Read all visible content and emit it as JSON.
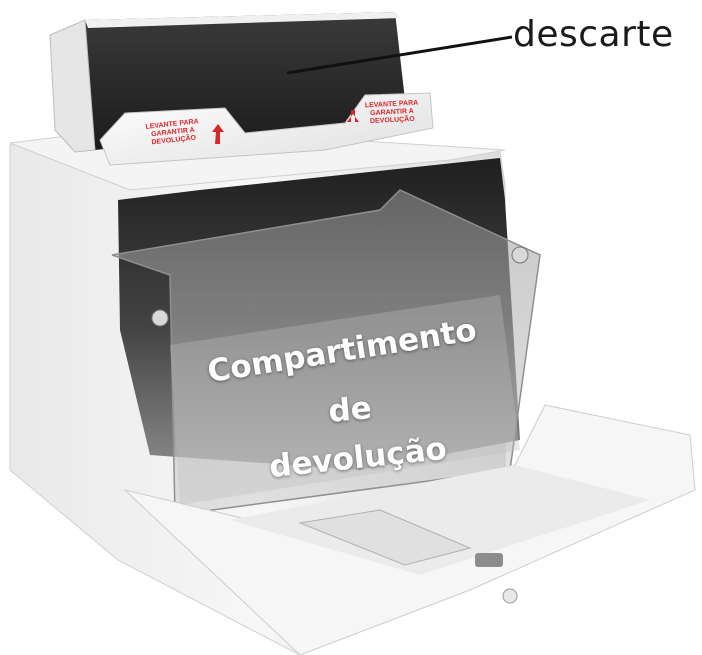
{
  "labels": {
    "callout": "descarte",
    "compartment_line1": "Compartimento",
    "compartment_line2": "de",
    "compartment_line3": "devolução"
  },
  "tray_labels": {
    "left": "LEVANTE PARA\nGARANTIR A\nDEVOLUÇÃO",
    "right": "LEVANTE PARA\nGARANTIR A\nDEVOLUÇÃO"
  },
  "colors": {
    "warning_red": "#d9262a",
    "panel_white": "#f2f2f2",
    "dark_interior": "#2e2e2e"
  },
  "icons": [
    "up-arrow-icon",
    "up-arrow-icon"
  ]
}
